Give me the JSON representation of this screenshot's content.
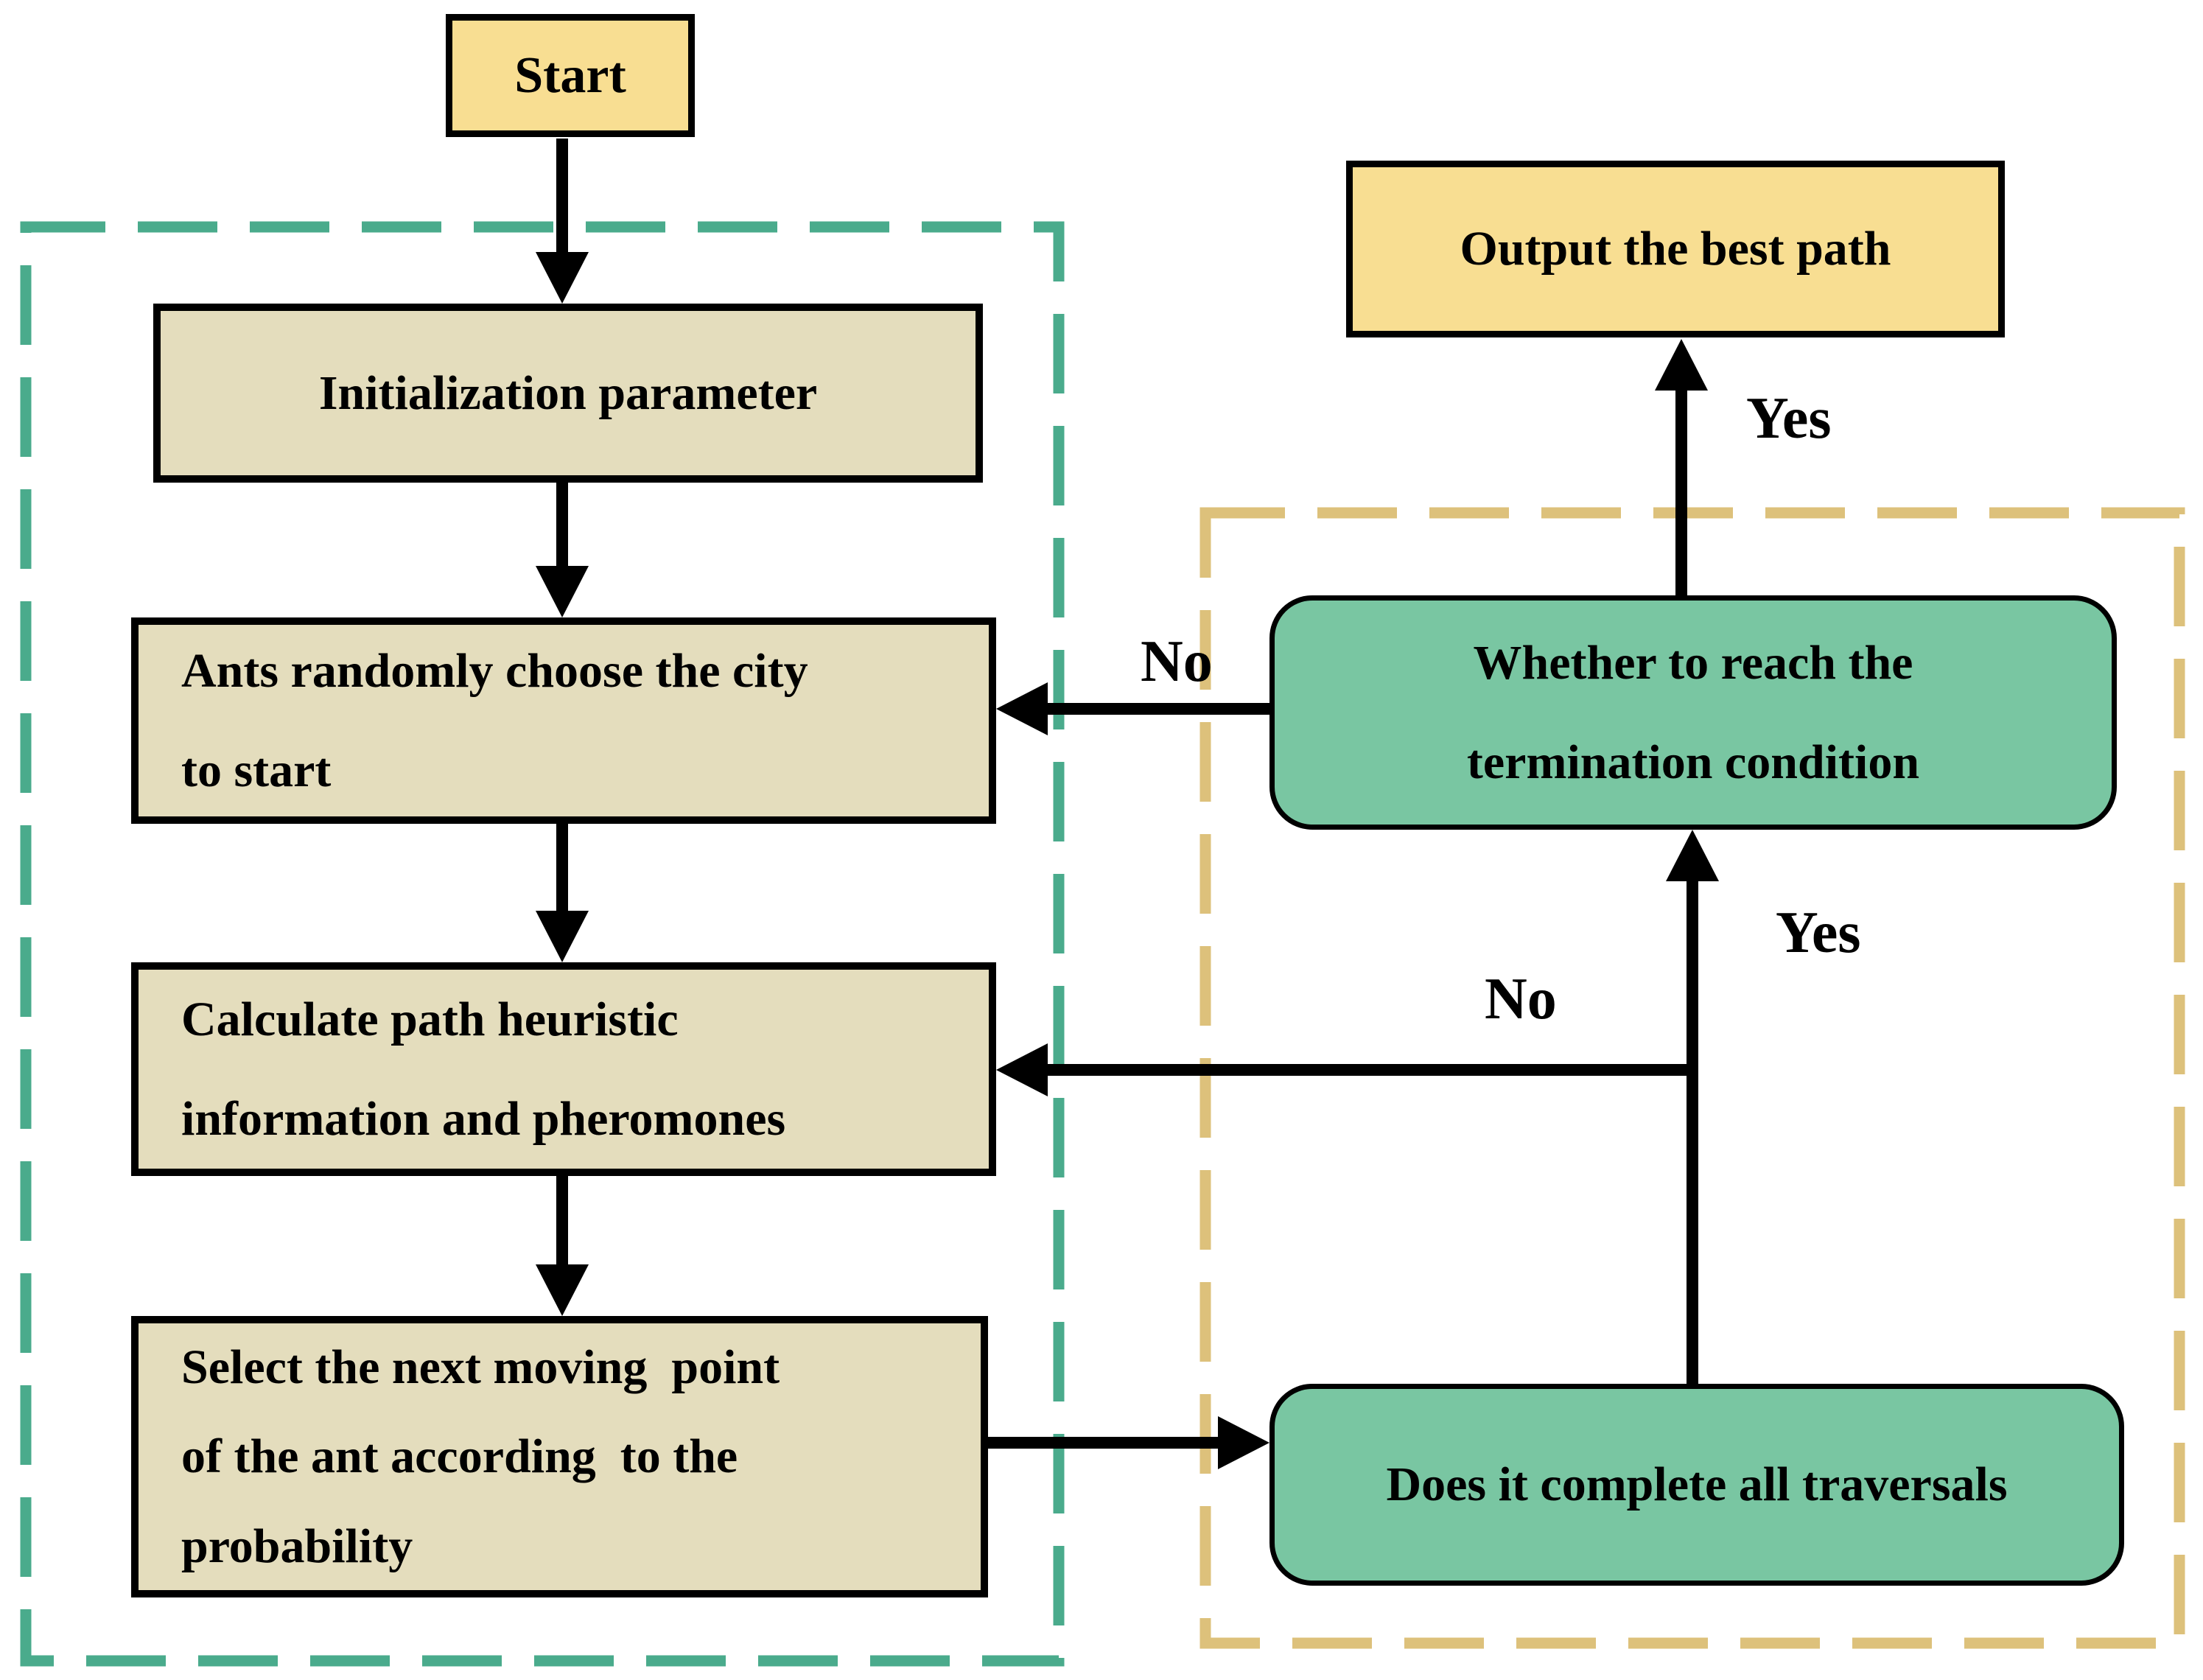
{
  "flowchart": {
    "nodes": {
      "start": {
        "label": "Start"
      },
      "init": {
        "lines": [
          "Initialization parameter"
        ]
      },
      "ants": {
        "lines": [
          "Ants randomly choose the city",
          "to start"
        ]
      },
      "calc": {
        "lines": [
          "Calculate path heuristic",
          "information and pheromones"
        ]
      },
      "select": {
        "lines": [
          "Select the next moving  point",
          "of the ant according  to the",
          "probability"
        ]
      },
      "output": {
        "lines": [
          "Output the best path"
        ]
      },
      "whether": {
        "lines": [
          "Whether to reach the",
          "termination condition"
        ]
      },
      "does": {
        "lines": [
          "Does it complete all traversals"
        ]
      }
    },
    "edge_labels": {
      "termination_no": "No",
      "termination_yes": "Yes",
      "traversal_no": "No",
      "traversal_yes": "Yes"
    },
    "colors": {
      "terminal_fill": "#F8DE92",
      "process_fill": "#E4DDBD",
      "decision_fill": "#79C6A2",
      "left_region_dash": "#4AAB8C",
      "right_region_dash": "#DDC17B",
      "line": "#000000"
    }
  }
}
